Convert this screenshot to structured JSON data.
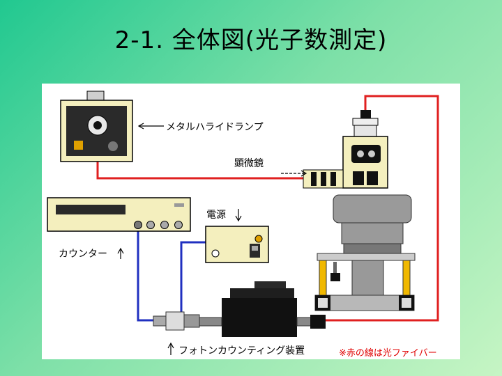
{
  "slide": {
    "title": "2-1. 全体図(光子数測定)"
  },
  "labels": {
    "lamp": "メタルハライドランプ",
    "microscope": "顕微鏡",
    "power": "電源",
    "counter": "カウンター",
    "photon_device": "フォトンカウンティング装置",
    "note": "※赤の線は光ファイバー"
  },
  "colors": {
    "background_start": "#21c890",
    "background_end": "#c6f5c4",
    "panel": "#ffffff",
    "fiber": "#e02020",
    "cable": "#2030c0",
    "housing": "#f4efbe",
    "yellow_post": "#f0b800"
  }
}
